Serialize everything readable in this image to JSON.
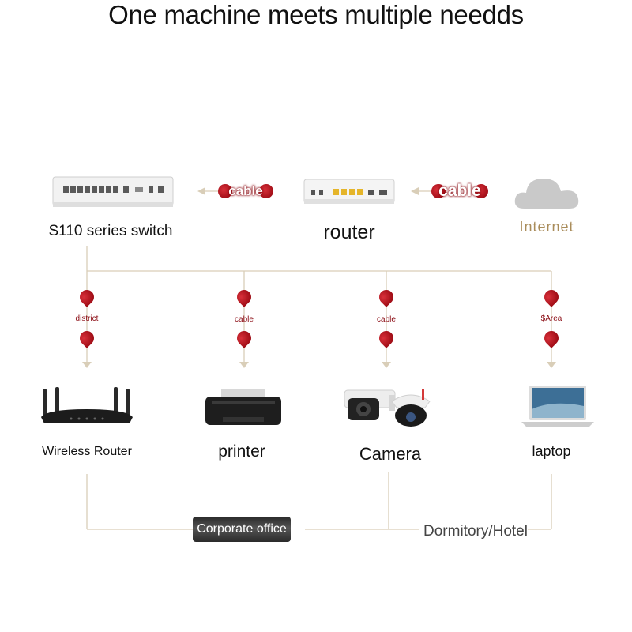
{
  "title": "One machine meets multiple needds",
  "top_row": {
    "switch_label": "S110 series switch",
    "router_label": "router",
    "internet_label": "Internet",
    "cable_left": "cable",
    "cable_right": "cable"
  },
  "branches": [
    {
      "tag": "district",
      "device_label": "Wireless Router",
      "icon": "wireless-router-icon"
    },
    {
      "tag": "cable",
      "device_label": "printer",
      "icon": "printer-icon"
    },
    {
      "tag": "cable",
      "device_label": "Camera",
      "icon": "camera-icon"
    },
    {
      "tag": "$Area",
      "device_label": "laptop",
      "icon": "laptop-icon"
    }
  ],
  "footer": {
    "corporate_label": "Corporate office",
    "dormitory_label": "Dormitory/Hotel"
  },
  "colors": {
    "line": "#d9ceb8",
    "accent_red": "#b3141e",
    "internet_text": "#a98c5a"
  }
}
